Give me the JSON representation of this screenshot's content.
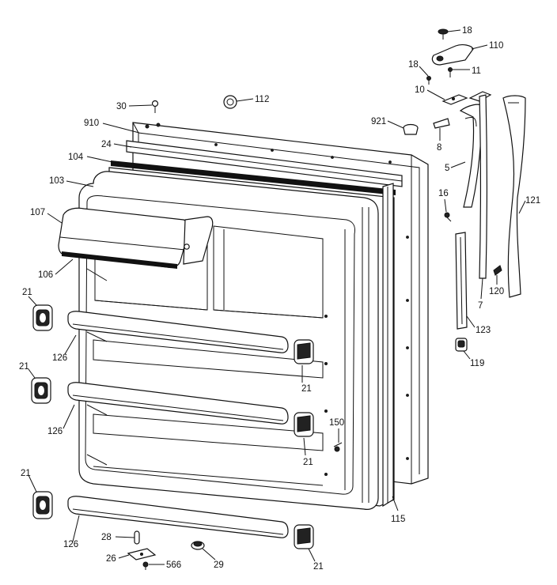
{
  "diagram": {
    "callouts": [
      {
        "id": "c-18a",
        "text": "18"
      },
      {
        "id": "c-110",
        "text": "110"
      },
      {
        "id": "c-18b",
        "text": "18"
      },
      {
        "id": "c-11",
        "text": "11"
      },
      {
        "id": "c-10",
        "text": "10"
      },
      {
        "id": "c-30",
        "text": "30"
      },
      {
        "id": "c-112",
        "text": "112"
      },
      {
        "id": "c-910",
        "text": "910"
      },
      {
        "id": "c-921",
        "text": "921"
      },
      {
        "id": "c-24",
        "text": "24"
      },
      {
        "id": "c-8",
        "text": "8"
      },
      {
        "id": "c-104",
        "text": "104"
      },
      {
        "id": "c-5",
        "text": "5"
      },
      {
        "id": "c-103",
        "text": "103"
      },
      {
        "id": "c-16",
        "text": "16"
      },
      {
        "id": "c-121",
        "text": "121"
      },
      {
        "id": "c-107",
        "text": "107"
      },
      {
        "id": "c-106",
        "text": "106"
      },
      {
        "id": "c-120",
        "text": "120"
      },
      {
        "id": "c-7",
        "text": "7"
      },
      {
        "id": "c-21a",
        "text": "21"
      },
      {
        "id": "c-123",
        "text": "123"
      },
      {
        "id": "c-126a",
        "text": "126"
      },
      {
        "id": "c-119",
        "text": "119"
      },
      {
        "id": "c-21b",
        "text": "21"
      },
      {
        "id": "c-21c",
        "text": "21"
      },
      {
        "id": "c-126b",
        "text": "126"
      },
      {
        "id": "c-150",
        "text": "150"
      },
      {
        "id": "c-21d",
        "text": "21"
      },
      {
        "id": "c-21e",
        "text": "21"
      },
      {
        "id": "c-115",
        "text": "115"
      },
      {
        "id": "c-126c",
        "text": "126"
      },
      {
        "id": "c-28",
        "text": "28"
      },
      {
        "id": "c-26",
        "text": "26"
      },
      {
        "id": "c-566",
        "text": "566"
      },
      {
        "id": "c-29",
        "text": "29"
      },
      {
        "id": "c-21f",
        "text": "21"
      }
    ]
  }
}
